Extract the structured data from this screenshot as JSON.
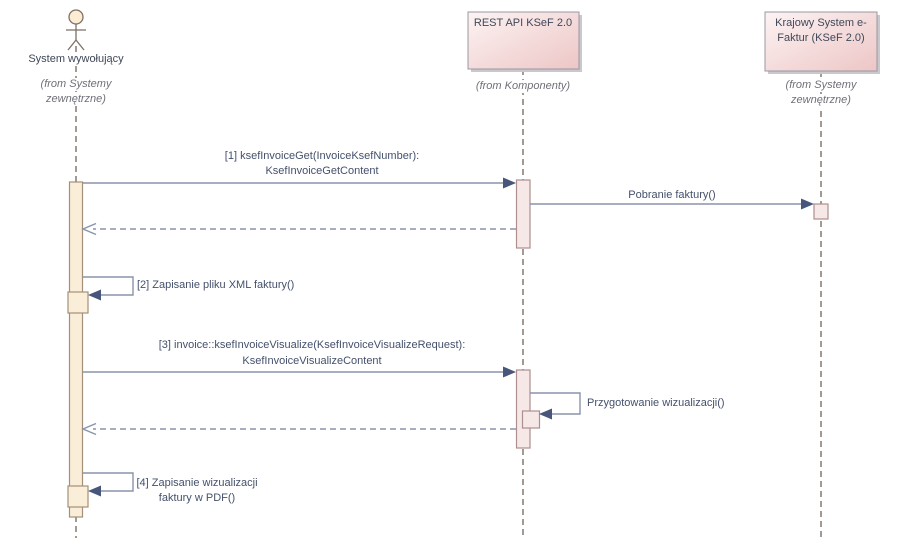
{
  "diagram": {
    "type": "UML sequence diagram",
    "colors": {
      "box-fill-start": "#fdf3f3",
      "box-fill-end": "#edc6c6",
      "box-border": "#9898a3",
      "box-shadow": "#c9c9cd",
      "node-text": "#3f4859",
      "stereotype-text": "#6f6f79",
      "actor-fill": "#fcecd4",
      "actor-stroke": "#7e7065",
      "lifeline": "#857871",
      "activation-caller-fill": "#fbeed8",
      "activation-caller-border": "#a3907a",
      "activation-pink-fill": "#f7e8e8",
      "activation-pink-border": "#ad8f8f",
      "arrow-line": "#8894ab",
      "arrow-head": "#47567a",
      "message-text": "#44506b"
    },
    "participants": [
      {
        "kind": "actor",
        "name": "System wywołujący",
        "stereotype_line1": "(from Systemy",
        "stereotype_line2": "zewnętrzne)"
      },
      {
        "kind": "component",
        "name": "REST API KSeF 2.0",
        "stereotype": "(from Komponenty)"
      },
      {
        "kind": "component",
        "name_line1": "Krajowy System e-",
        "name_line2": "Faktur (KSeF 2.0)",
        "stereotype_line1": "(from Systemy",
        "stereotype_line2": "zewnętrzne)"
      }
    ],
    "messages": [
      {
        "kind": "call",
        "from": "System wywołujący",
        "to": "REST API KSeF 2.0",
        "label_line1": "[1] ksefInvoiceGet(InvoiceKsefNumber):",
        "label_line2": "KsefInvoiceGetContent"
      },
      {
        "kind": "call",
        "from": "REST API KSeF 2.0",
        "to": "Krajowy System e-Faktur (KSeF 2.0)",
        "label": "Pobranie faktury()"
      },
      {
        "kind": "return",
        "from": "REST API KSeF 2.0",
        "to": "System wywołujący"
      },
      {
        "kind": "self",
        "from": "System wywołujący",
        "to": "System wywołujący",
        "label": "[2] Zapisanie pliku XML faktury()"
      },
      {
        "kind": "call",
        "from": "System wywołujący",
        "to": "REST API KSeF 2.0",
        "label_line1": "[3] invoice::ksefInvoiceVisualize(KsefInvoiceVisualizeRequest):",
        "label_line2": "KsefInvoiceVisualizeContent"
      },
      {
        "kind": "self",
        "from": "REST API KSeF 2.0",
        "to": "REST API KSeF 2.0",
        "label": "Przygotowanie wizualizacji()"
      },
      {
        "kind": "return",
        "from": "REST API KSeF 2.0",
        "to": "System wywołujący"
      },
      {
        "kind": "self",
        "from": "System wywołujący",
        "to": "System wywołujący",
        "label_line1": "[4] Zapisanie wizualizacji",
        "label_line2": "faktury w PDF()"
      }
    ]
  }
}
